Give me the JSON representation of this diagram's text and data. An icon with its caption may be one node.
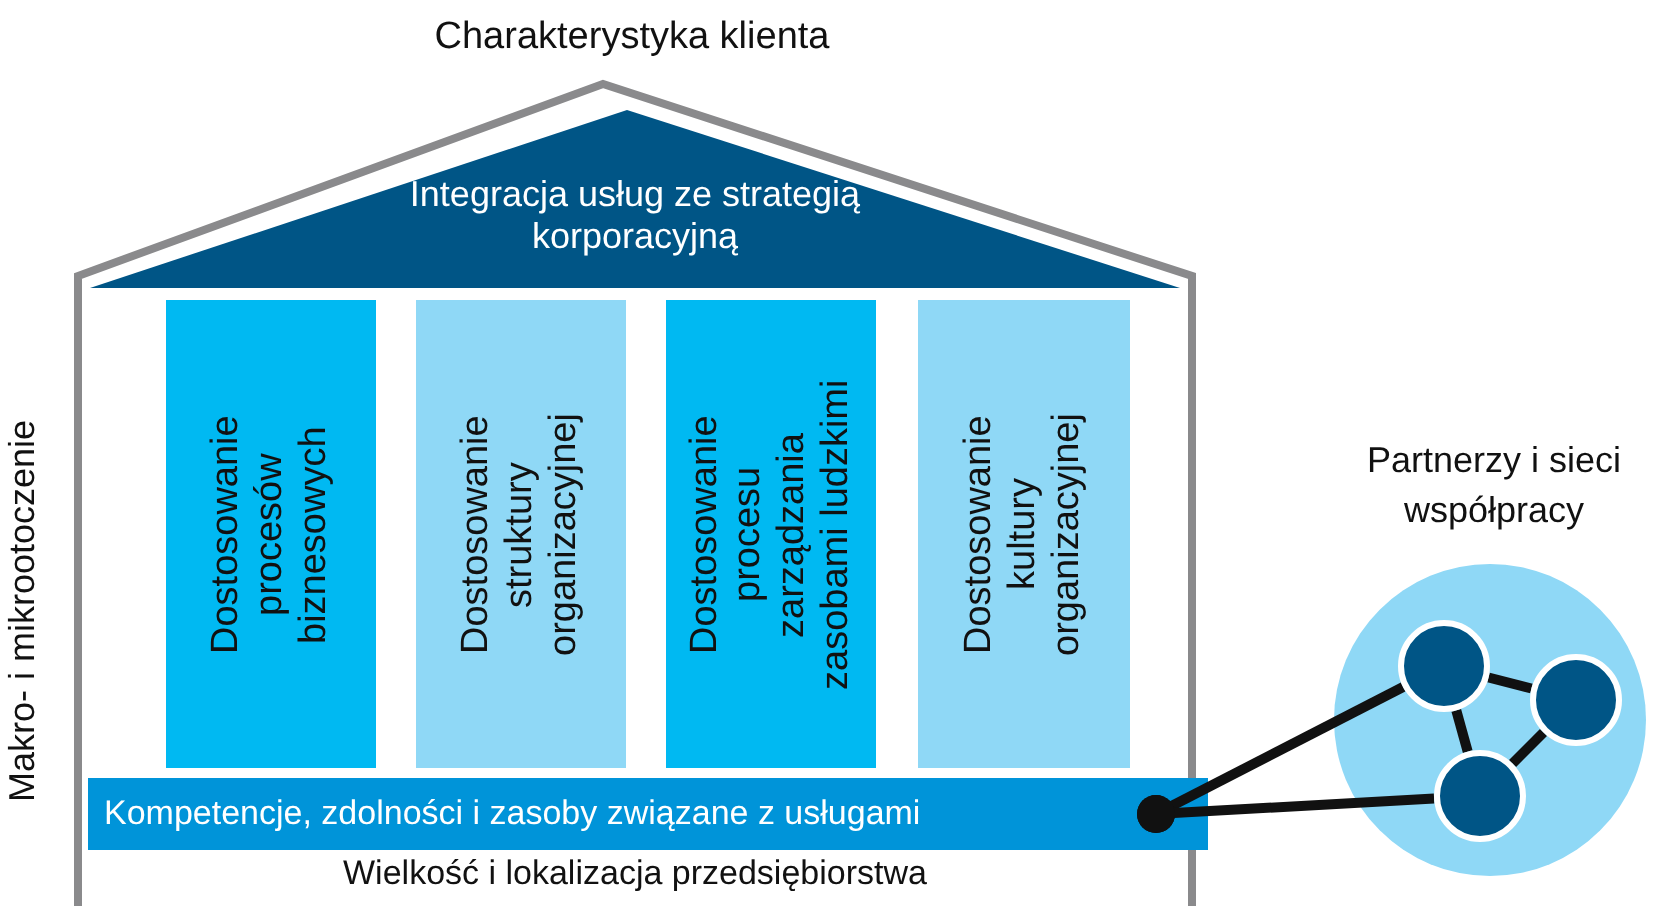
{
  "diagram": {
    "nodes": [
      {
        "text": [
          "Charakterystyka klienta",
          "Makro- i mikrootoczenie",
          "Wielkość i lokalizacja przedsiębiorstwa"
        ]
      },
      {
        "text": [
          "Integracja usług ze strategią korporacyjną"
        ],
        "in": 0
      },
      {
        "text": [
          "Dostosowanie procesów biznesowych"
        ],
        "in": 0
      },
      {
        "text": [
          "Dostosowanie struktury organizacyjnej"
        ],
        "in": 0
      },
      {
        "text": [
          "Dostosowanie procesu zarządzania zasobami ludzkimi"
        ],
        "in": 0
      },
      {
        "text": [
          "Dostosowanie kultury organizacyjnej"
        ],
        "in": 0
      },
      {
        "text": [
          "Kompetencje, zdolności i zasoby związane z usługami"
        ],
        "in": 0
      },
      {
        "text": [
          "Partnerzy i sieci współpracy"
        ]
      },
      {
        "text": [],
        "shape": "circle",
        "in": 7
      },
      {
        "text": [],
        "shape": "circle",
        "in": 7
      },
      {
        "text": [],
        "shape": "circle",
        "in": 7
      }
    ],
    "edges": [
      {
        "from": 6,
        "to": 8,
        "arrow": "other"
      },
      {
        "from": 6,
        "to": 9,
        "arrow": "other"
      },
      {
        "from": 8,
        "to": 10,
        "arrow": "none"
      },
      {
        "from": 8,
        "to": 9,
        "arrow": "none"
      },
      {
        "from": 10,
        "to": 9,
        "arrow": "none"
      }
    ]
  }
}
